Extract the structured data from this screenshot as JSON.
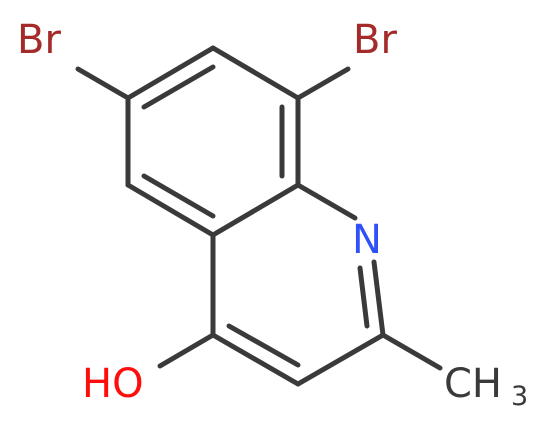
{
  "molecule": {
    "labels": {
      "br1": "Br",
      "br2": "Br",
      "n": "N",
      "oh": "HO",
      "ch3_main": "CH",
      "ch3_sub": "3"
    },
    "colors": {
      "bond": "#3a3a3a",
      "bromine": "#a52a2a",
      "nitrogen": "#3050f8",
      "oxygen": "#ff0d0d",
      "carbon_label": "#3a3a3a",
      "background": "#ffffff"
    }
  }
}
